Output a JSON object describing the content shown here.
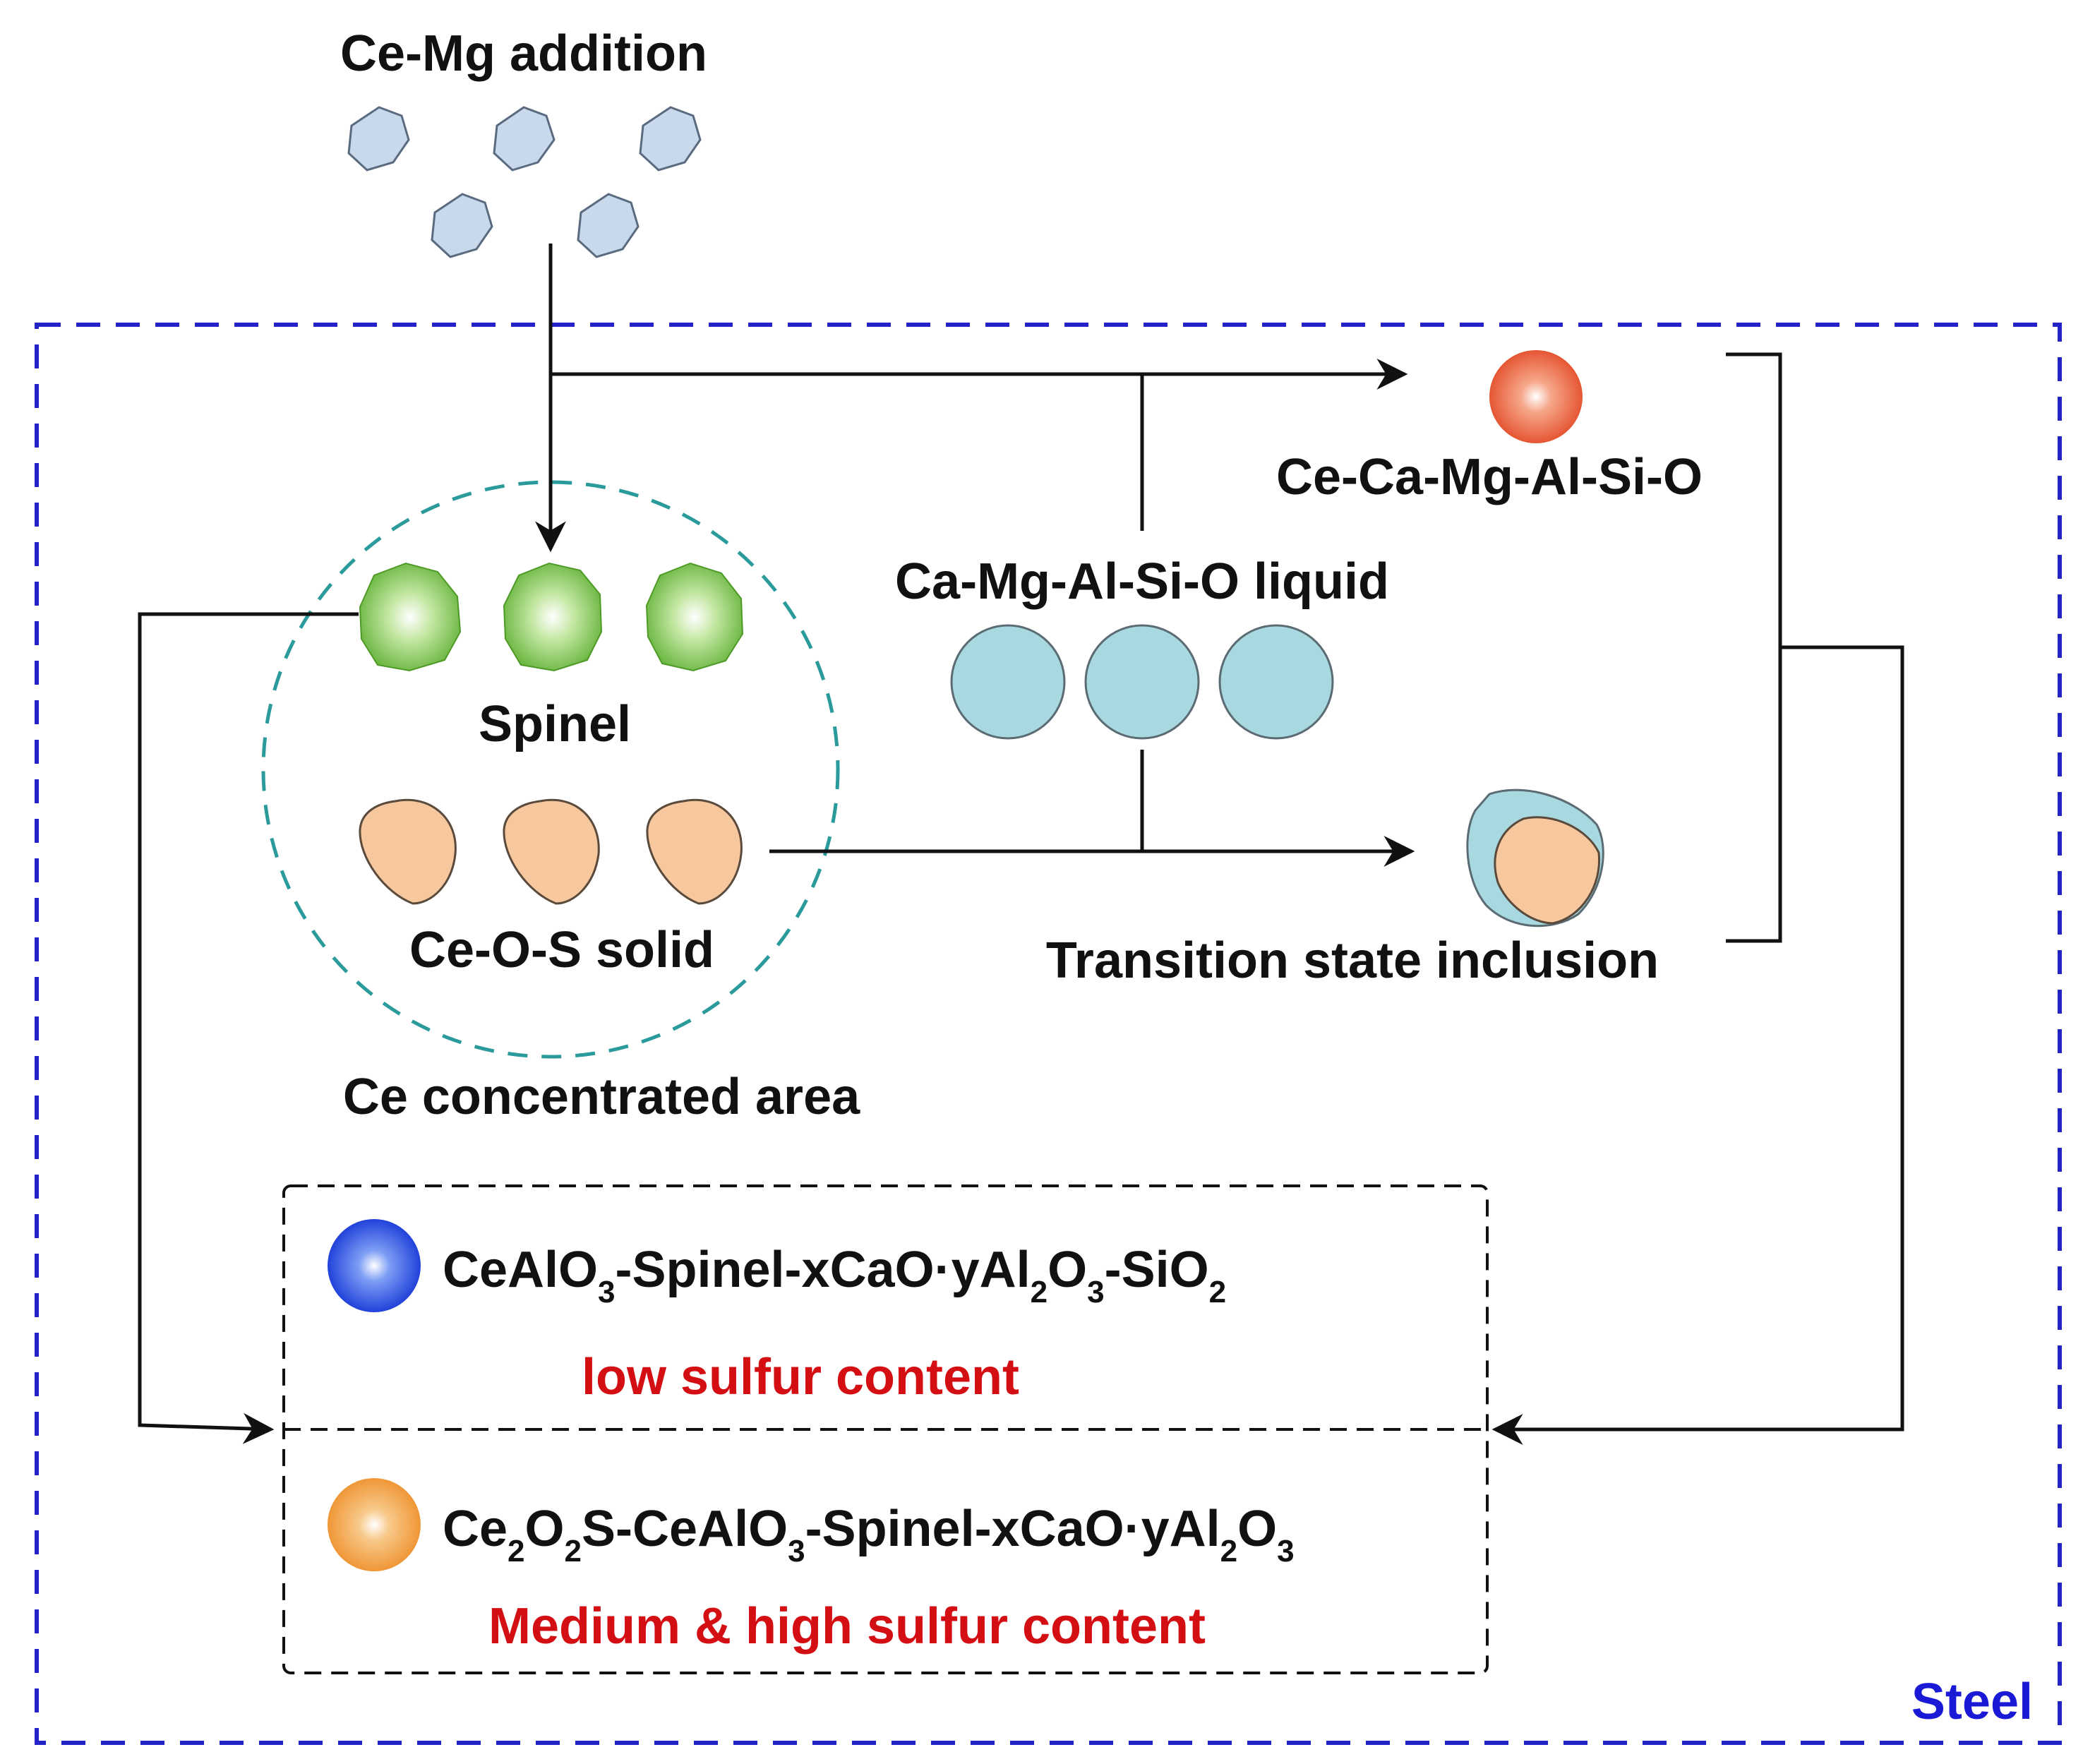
{
  "labels": {
    "ce_mg_addition": "Ce-Mg addition",
    "ce_ca_mg_al_si_o": "Ce-Ca-Mg-Al-Si-O",
    "ca_mg_al_si_o_liquid": "Ca-Mg-Al-Si-O liquid",
    "spinel": "Spinel",
    "ce_o_s_solid": "Ce-O-S solid",
    "transition_state_inclusion": "Transition state inclusion",
    "ce_concentrated_area": "Ce concentrated area",
    "steel": "Steel"
  },
  "results": {
    "low": {
      "formula": [
        "CeAlO",
        "3",
        "-Spinel-xCaO·yAl",
        "2",
        "O",
        "3",
        "-SiO",
        "2"
      ],
      "condition": "low sulfur content"
    },
    "high": {
      "formula": [
        "Ce",
        "2",
        "O",
        "2",
        "S-CeAlO",
        "3",
        "-Spinel-xCaO·yAl",
        "2",
        "O",
        "3"
      ],
      "condition": "Medium & high sulfur content"
    }
  },
  "colors": {
    "steel_border": "#2323c8",
    "ce_area_border": "#2a9a9a",
    "hexagon_fill": "#c9d9ec",
    "spinel_green": "#72c044",
    "ce_o_s_fill": "#f7c79e",
    "liquid_fill": "#a8d8e0",
    "ce_ca_mg_sphere": "#ec5a3a",
    "low_sulfur_sphere": "#1e4fe0",
    "high_sulfur_sphere": "#f09a3c",
    "condition_text": "#d40f14"
  }
}
